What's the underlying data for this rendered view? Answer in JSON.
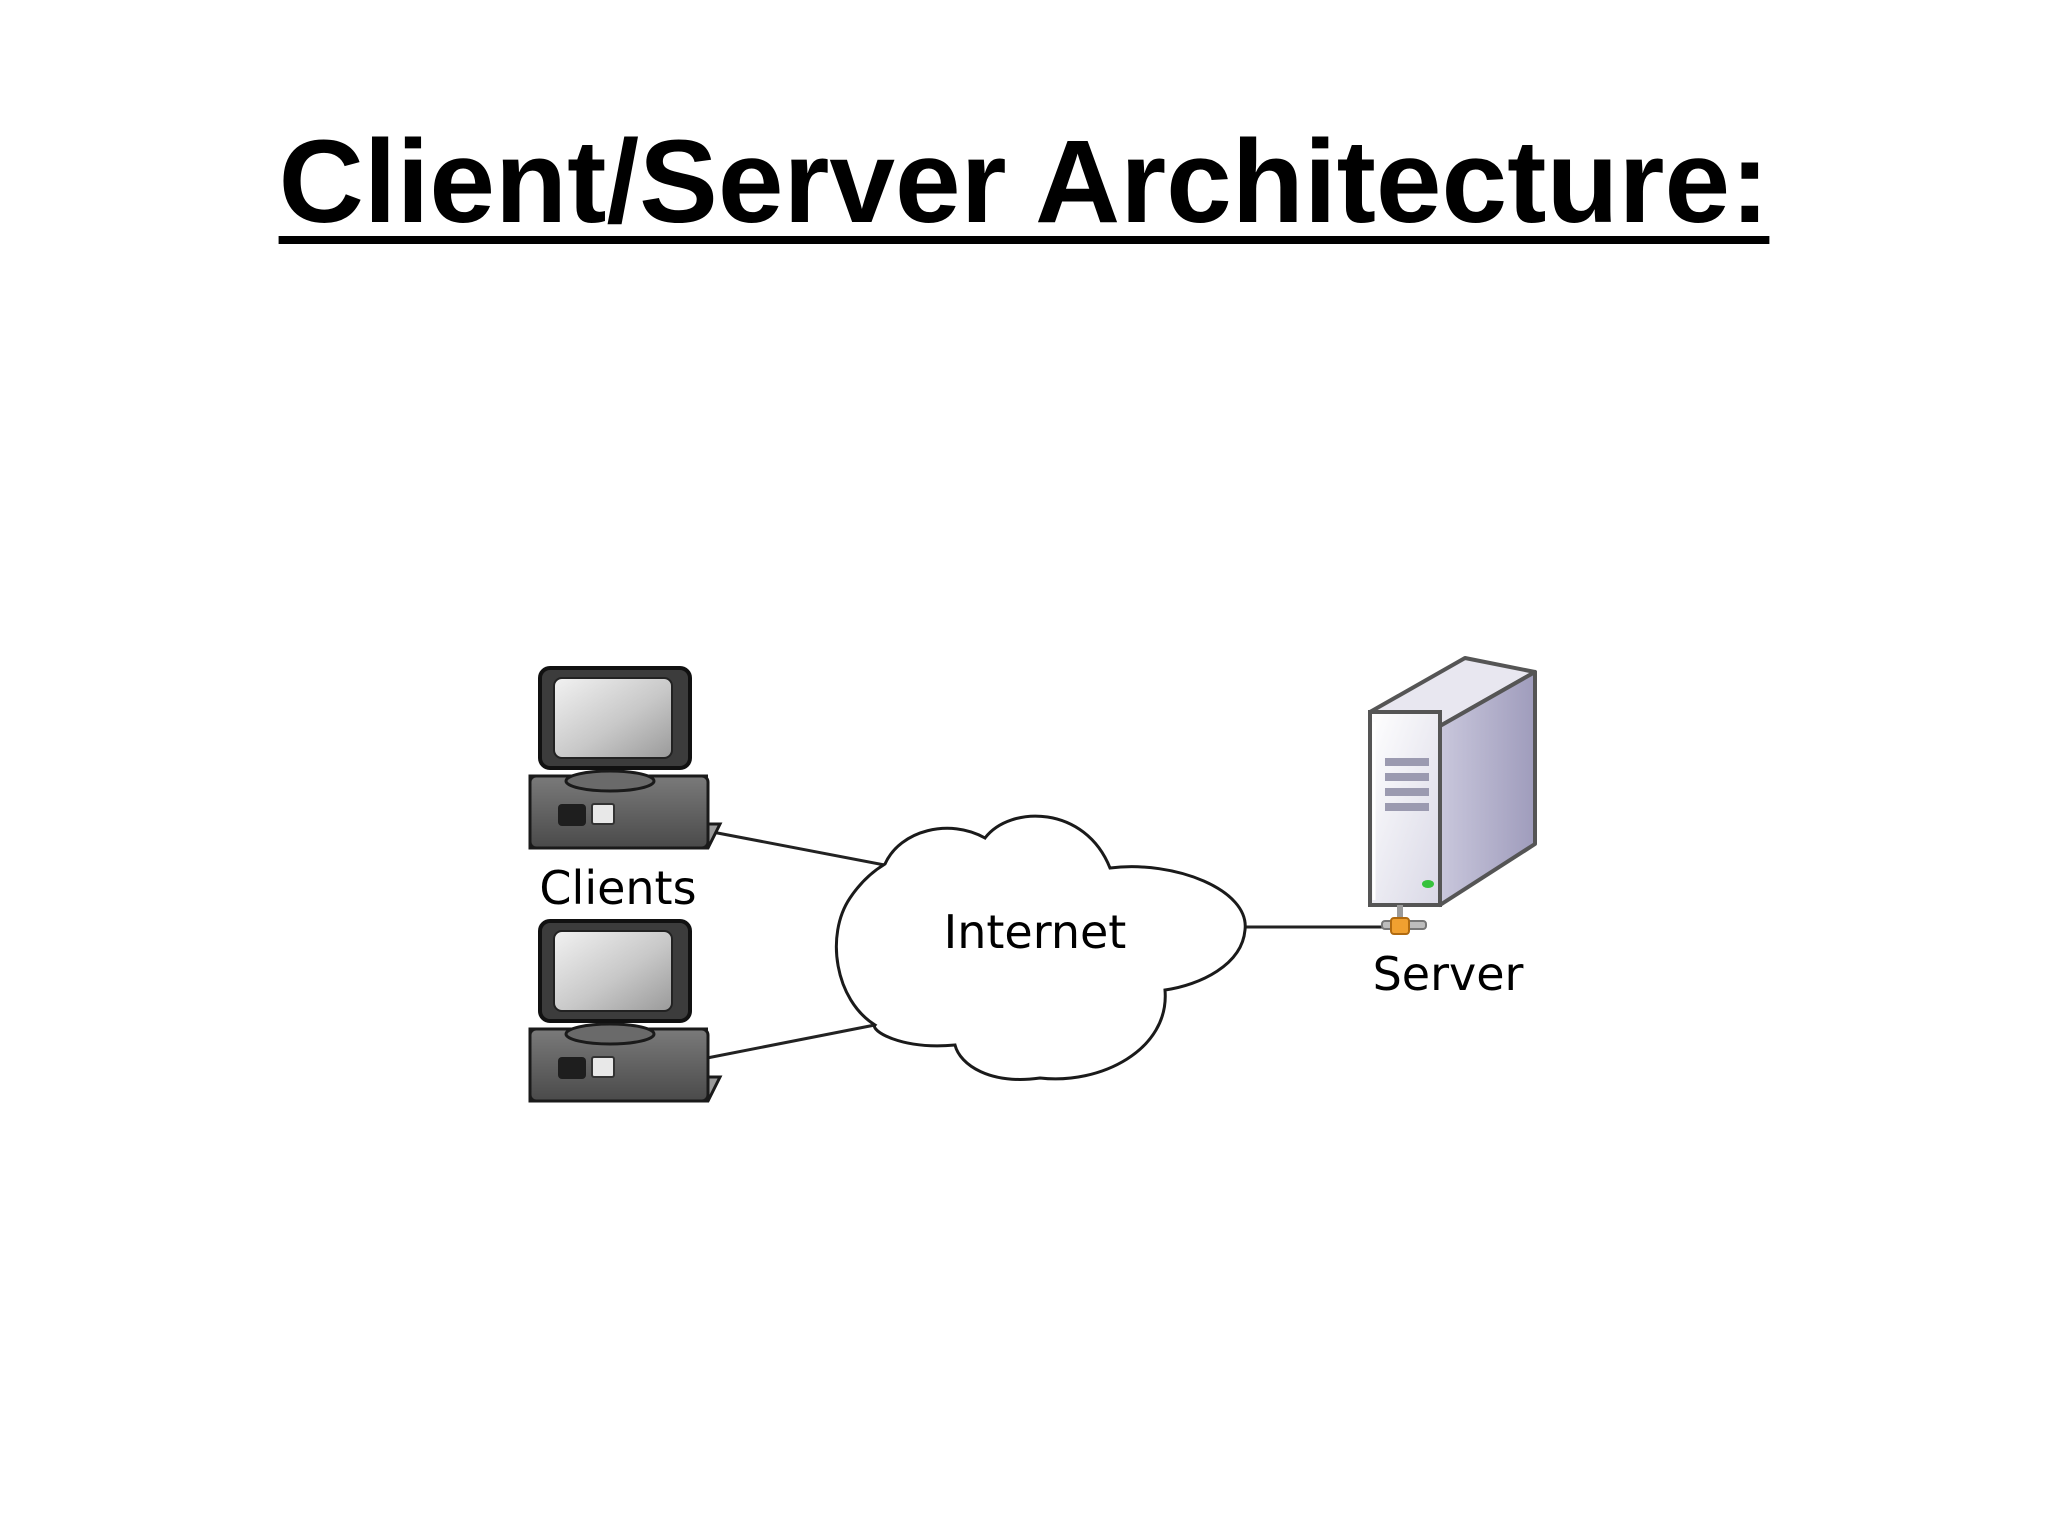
{
  "slide": {
    "title": "Client/Server Architecture:"
  },
  "diagram": {
    "clients_label": "Clients",
    "internet_label": "Internet",
    "server_label": "Server",
    "icons": {
      "client_computer": "desktop-computer-icon",
      "network": "cloud-icon",
      "server": "server-tower-icon"
    },
    "colors": {
      "connector_line": "#222222",
      "network_connector": "#f0a030"
    }
  }
}
